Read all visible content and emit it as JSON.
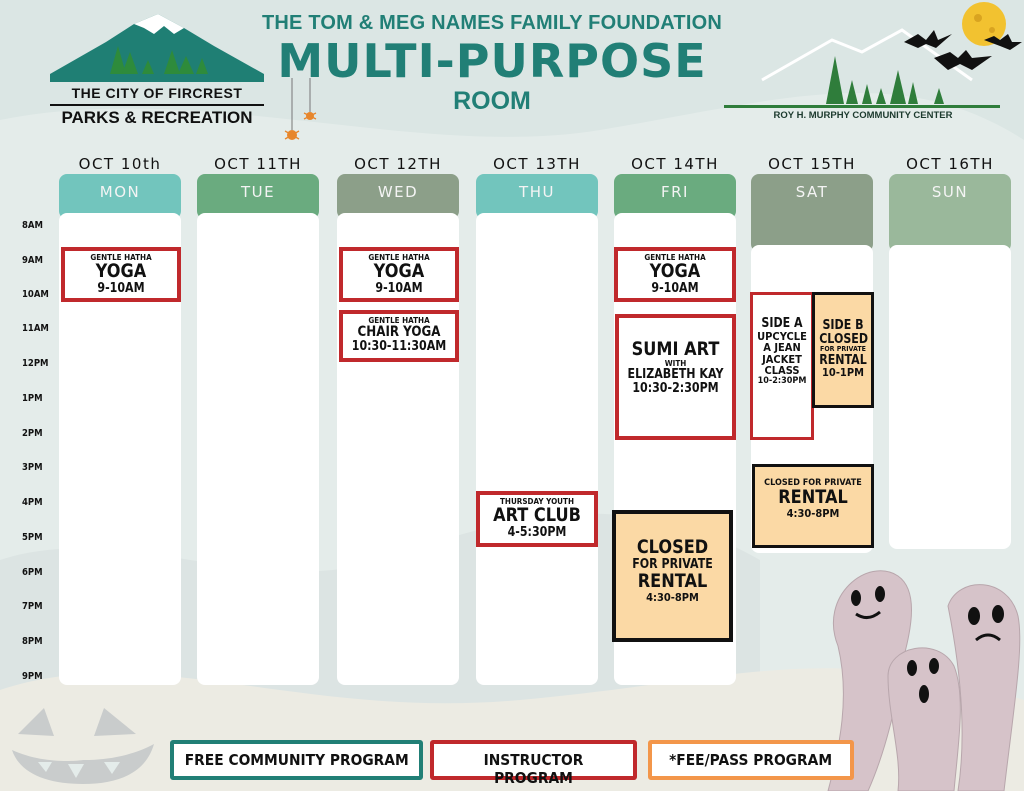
{
  "header": {
    "city_line": "THE CITY OF FIRCREST",
    "parks_line": "PARKS & RECREATION",
    "foundation": "THE TOM & MEG NAMES FAMILY FOUNDATION",
    "main_title": "MULTI-PURPOSE",
    "sub_title": "ROOM",
    "center_name": "ROY H. MURPHY COMMUNITY CENTER"
  },
  "hours": [
    "8AM",
    "9AM",
    "10AM",
    "11AM",
    "12PM",
    "1PM",
    "2PM",
    "3PM",
    "4PM",
    "5PM",
    "6PM",
    "7PM",
    "8PM",
    "9PM"
  ],
  "days": [
    {
      "date": "OCT 10th",
      "day": "MON",
      "color": "#72c5bd"
    },
    {
      "date": "OCT 11TH",
      "day": "TUE",
      "color": "#6aab7f"
    },
    {
      "date": "OCT 12TH",
      "day": "WED",
      "color": "#8c9f89"
    },
    {
      "date": "OCT 13TH",
      "day": "THU",
      "color": "#72c5bd"
    },
    {
      "date": "OCT 14TH",
      "day": "FRI",
      "color": "#6aab7f"
    },
    {
      "date": "OCT 15TH",
      "day": "SAT",
      "color": "#8c9f89"
    },
    {
      "date": "OCT 16TH",
      "day": "SUN",
      "color": "#9ab89b"
    }
  ],
  "events": {
    "mon_yoga": {
      "small": "GENTLE HATHA",
      "name": "YOGA",
      "time": "9-10AM"
    },
    "wed_yoga": {
      "small": "GENTLE HATHA",
      "name": "YOGA",
      "time": "9-10AM"
    },
    "wed_chair": {
      "small": "GENTLE HATHA",
      "name": "CHAIR YOGA",
      "time": "10:30-11:30AM"
    },
    "thu_art": {
      "small": "THURSDAY YOUTH",
      "name": "ART CLUB",
      "time": "4-5:30PM"
    },
    "fri_yoga": {
      "small": "GENTLE HATHA",
      "name": "YOGA",
      "time": "9-10AM"
    },
    "fri_sumi": {
      "name": "SUMI ART",
      "with": "WITH",
      "instructor": "ELIZABETH KAY",
      "time": "10:30-2:30PM"
    },
    "fri_closed": {
      "line1": "CLOSED",
      "line2": "FOR PRIVATE",
      "line3": "RENTAL",
      "time": "4:30-8PM"
    },
    "sat_sidea": {
      "line1": "SIDE A",
      "line2": "UPCYCLE",
      "line3": "A JEAN",
      "line4": "JACKET",
      "line5": "CLASS",
      "time": "10-2:30PM"
    },
    "sat_sideb": {
      "line1": "SIDE B",
      "line2": "CLOSED",
      "line3": "FOR PRIVATE",
      "line4": "RENTAL",
      "time": "10-1PM"
    },
    "sat_closed": {
      "line1": "CLOSED FOR PRIVATE",
      "line2": "RENTAL",
      "time": "4:30-8PM"
    }
  },
  "legend": [
    {
      "label": "FREE COMMUNITY PROGRAM",
      "color": "#217f76"
    },
    {
      "label": "INSTRUCTOR PROGRAM",
      "color": "#c0292c"
    },
    {
      "label": "*FEE/PASS PROGRAM",
      "color": "#f3964a"
    }
  ],
  "colors": {
    "accent": "#217f76",
    "instructor": "#c0292c",
    "fee_fill": "#fbd9a5",
    "fee_border": "#f3964a"
  }
}
